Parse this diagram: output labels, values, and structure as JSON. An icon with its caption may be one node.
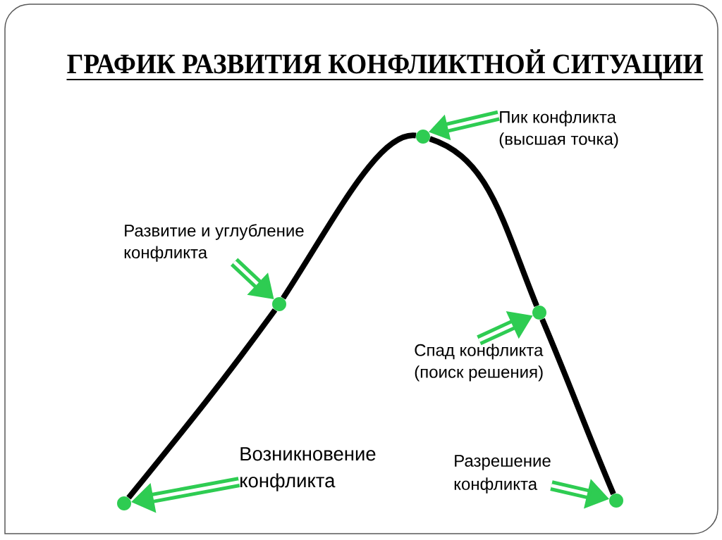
{
  "diagram": {
    "title": "ГРАФИК РАЗВИТИЯ КОНФЛИКТНОЙ СИТУАЦИИ",
    "nodes": [
      {
        "text": [
          "Пик конфликта (высшая точка)"
        ]
      },
      {
        "text": [],
        "shape": "circle"
      },
      {
        "text": [
          "Развитие и углубление конфликта"
        ]
      },
      {
        "text": [],
        "shape": "circle"
      },
      {
        "text": [
          "Спад конфликта (поиск решения)"
        ]
      },
      {
        "text": [],
        "shape": "circle"
      },
      {
        "text": [
          "Возникновение конфликта"
        ]
      },
      {
        "text": [],
        "shape": "circle"
      },
      {
        "text": [
          "Разрешение конфликта"
        ]
      },
      {
        "text": [],
        "shape": "circle"
      }
    ],
    "edges": [
      {
        "from": 0,
        "to": 1,
        "arrow": "to"
      },
      {
        "from": 2,
        "to": 3,
        "arrow": "to"
      },
      {
        "from": 4,
        "to": 5,
        "arrow": "to"
      },
      {
        "from": 6,
        "to": 7,
        "arrow": "to"
      },
      {
        "from": 8,
        "to": 9,
        "arrow": "to"
      },
      {
        "from": 7,
        "to": 3,
        "arrow": "none",
        "color": "#000000"
      },
      {
        "from": 3,
        "to": 1,
        "arrow": "none",
        "color": "#000000"
      },
      {
        "from": 1,
        "to": 5,
        "arrow": "none",
        "color": "#000000"
      },
      {
        "from": 5,
        "to": 9,
        "arrow": "none",
        "color": "#000000"
      }
    ]
  }
}
